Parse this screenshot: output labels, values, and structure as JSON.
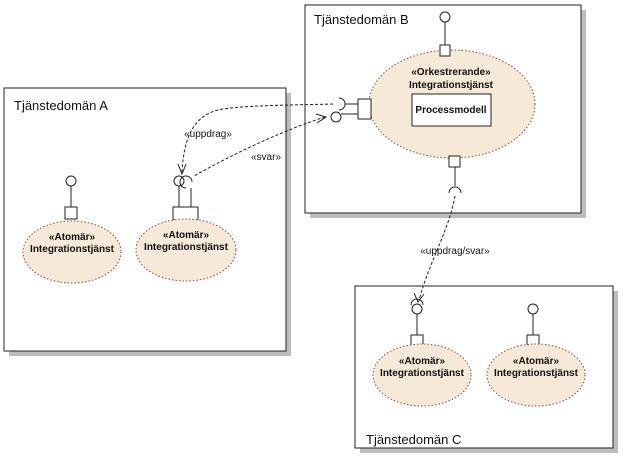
{
  "domains": {
    "a": {
      "title": "Tjänstedomän A"
    },
    "b": {
      "title": "Tjänstedomän B"
    },
    "c": {
      "title": "Tjänstedomän C"
    }
  },
  "services": {
    "orchestrating": {
      "stereotype": "«Orkestrerande»",
      "name": "Integrationstjänst",
      "process_model": "Processmodell"
    },
    "atomic_a1": {
      "stereotype": "«Atomär»",
      "name": "Integrationstjänst"
    },
    "atomic_a2": {
      "stereotype": "«Atomär»",
      "name": "Integrationstjänst"
    },
    "atomic_c1": {
      "stereotype": "«Atomär»",
      "name": "Integrationstjänst"
    },
    "atomic_c2": {
      "stereotype": "«Atomär»",
      "name": "Integrationstjänst"
    }
  },
  "flows": {
    "request": "«uppdrag»",
    "response": "«svar»",
    "request_response": "«uppdrag/svar»"
  }
}
